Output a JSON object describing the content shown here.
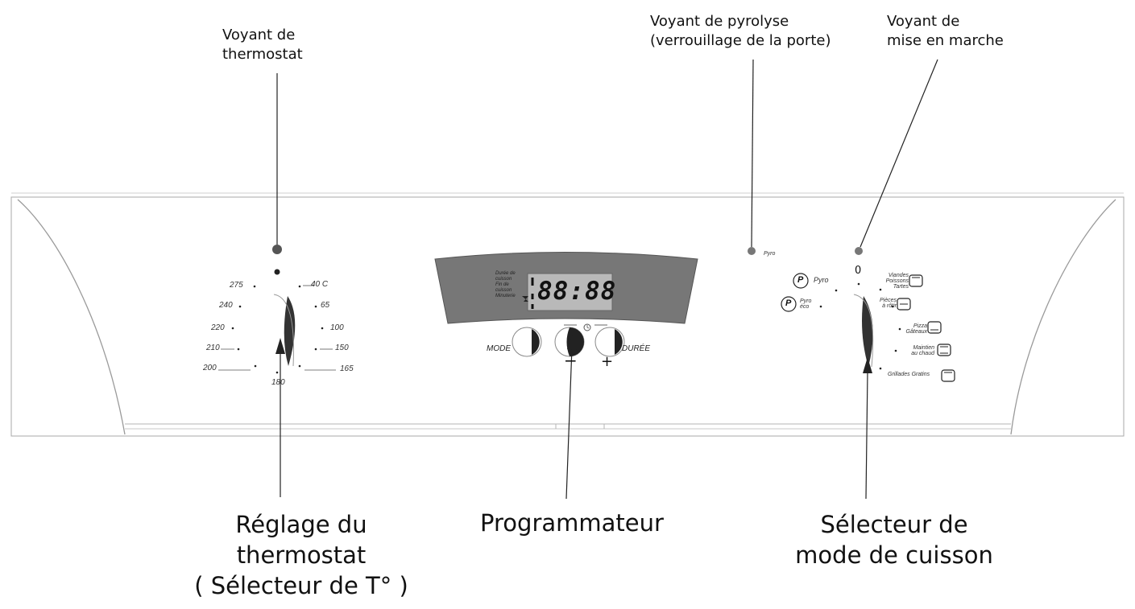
{
  "callouts": {
    "thermostat_light": [
      "Voyant de",
      "thermostat"
    ],
    "pyrolysis_light": [
      "Voyant de pyrolyse",
      "(verrouillage de la porte)"
    ],
    "power_light": [
      "Voyant de",
      "mise en marche"
    ],
    "temp_setting": [
      "Réglage du",
      "thermostat",
      "( Sélecteur de T° )"
    ],
    "programmer": [
      "Programmateur"
    ],
    "mode_selector": [
      "Sélecteur de",
      "mode de cuisson"
    ]
  },
  "thermostat_scale": {
    "left": [
      "275",
      "240",
      "220",
      "210",
      "200"
    ],
    "bottom": "180",
    "right": [
      "40 C",
      "65",
      "100",
      "150",
      "165"
    ]
  },
  "display": {
    "digits": "88:88",
    "labels": [
      "Durée de cuisson",
      "Fin de cuisson",
      "Minuterie"
    ]
  },
  "programmer": {
    "mode_label": "MODE",
    "duree_label": "DURÉE",
    "minus": "−",
    "plus": "+"
  },
  "pyro_label": "Pyro",
  "mode_selector": {
    "zero": "0",
    "pyro": "Pyro",
    "pyro_eco": [
      "Pyro",
      "éco"
    ],
    "modes": [
      [
        "Viandes",
        "Poissons",
        "Tartes"
      ],
      [
        "Pièces",
        "à rôtir"
      ],
      [
        "Pizza",
        "Gâteaux"
      ],
      [
        "Maintien",
        "au chaud"
      ],
      [
        "Grillades Gratins"
      ]
    ]
  },
  "colors": {
    "panel_stroke": "#9a9a9a",
    "lcd_bg": "#6f6f6f",
    "lcd_screen": "#bdbdbd",
    "light_gray": "#777777"
  }
}
